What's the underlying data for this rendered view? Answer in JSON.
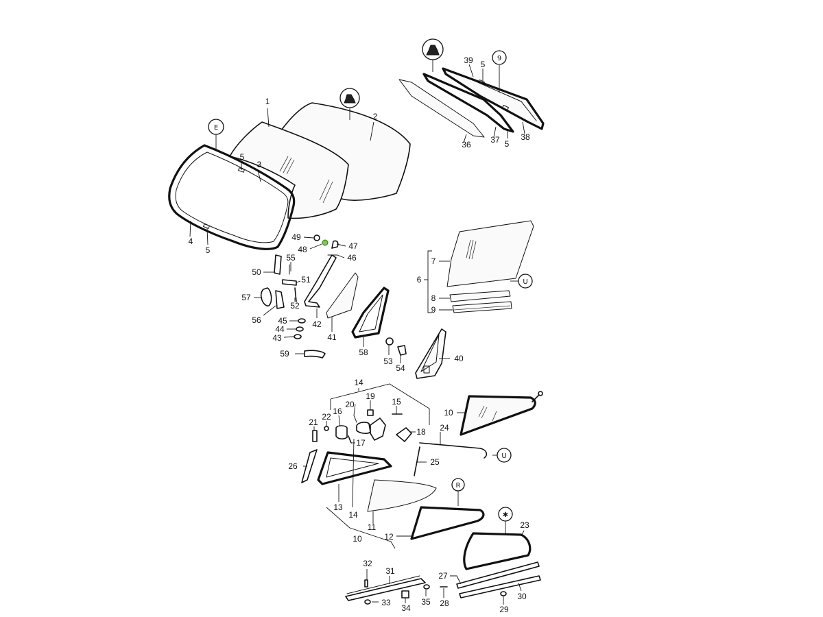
{
  "figure": {
    "callouts": {
      "p1": "1",
      "p2": "2",
      "p3": "3",
      "p4": "4",
      "p5a": "5",
      "p5b": "5",
      "p5c": "5",
      "p5d": "5",
      "p6": "6",
      "p7": "7",
      "p8": "8",
      "p9": "9",
      "p10a": "10",
      "p10b": "10",
      "p11": "11",
      "p12": "12",
      "p13": "13",
      "p14a": "14",
      "p14b": "14",
      "p15": "15",
      "p16": "16",
      "p17": "17",
      "p18": "18",
      "p19": "19",
      "p20": "20",
      "p21": "21",
      "p22": "22",
      "p23": "23",
      "p24": "24",
      "p25": "25",
      "p26": "26",
      "p27": "27",
      "p28": "28",
      "p29": "29",
      "p30": "30",
      "p31": "31",
      "p32": "32",
      "p33": "33",
      "p34": "34",
      "p35": "35",
      "p36": "36",
      "p37": "37",
      "p38": "38",
      "p39": "39",
      "p40": "40",
      "p41": "41",
      "p42": "42",
      "p43": "43",
      "p44": "44",
      "p45": "45",
      "p46": "46",
      "p47": "47",
      "p48": "48",
      "p49": "49",
      "p50": "50",
      "p51": "51",
      "p52": "52",
      "p53": "53",
      "p54": "54",
      "p55": "55",
      "p56": "56",
      "p57": "57",
      "p58": "58",
      "p59": "59"
    },
    "symbols": {
      "s_windscreen": "E",
      "s_rear_top": "9",
      "s_quarter_8": "U",
      "s_vent_24": "U",
      "s_rear_12": "R",
      "s_rear_23": "✱"
    },
    "colors": {
      "line": "#111111",
      "highlight": "#7ec850"
    }
  }
}
